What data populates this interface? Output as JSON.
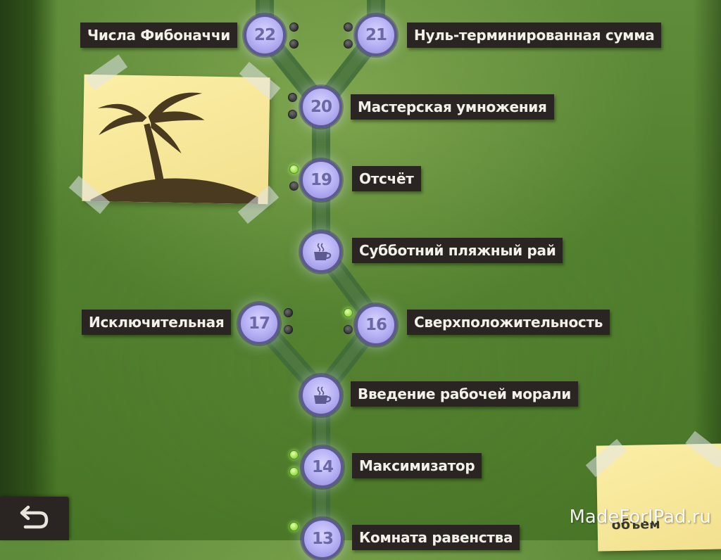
{
  "levels": [
    {
      "id": "22",
      "number": "22",
      "name": "Числа Фибоначчи",
      "lights": [
        false,
        false
      ]
    },
    {
      "id": "21",
      "number": "21",
      "name": "Нуль-терминированная сумма",
      "lights": [
        false,
        false
      ]
    },
    {
      "id": "20",
      "number": "20",
      "name": "Мастерская умножения",
      "lights": [
        false,
        false
      ]
    },
    {
      "id": "19",
      "number": "19",
      "name": "Отсчёт",
      "lights": [
        true,
        false
      ]
    },
    {
      "id": "break-sat",
      "number": "",
      "icon": "coffee-cup-icon",
      "name": "Субботний пляжный рай"
    },
    {
      "id": "17",
      "number": "17",
      "name": "Исключительная",
      "lights": [
        false,
        false
      ]
    },
    {
      "id": "16",
      "number": "16",
      "name": "Сверхположительность",
      "lights": [
        true,
        false
      ]
    },
    {
      "id": "break-work",
      "number": "",
      "icon": "coffee-cup-icon",
      "name": "Введение рабочей морали"
    },
    {
      "id": "14",
      "number": "14",
      "name": "Максимизатор",
      "lights": [
        true,
        true
      ]
    },
    {
      "id": "13",
      "number": "13",
      "name": "Комната равенства",
      "lights": [
        true,
        false
      ]
    }
  ],
  "notes": {
    "beach_note_icon": "palm-tree-island-icon",
    "corner_note_text": "объем"
  },
  "back_button": {
    "icon": "undo-arrow-icon"
  },
  "watermark": "MadeForIPad.ru",
  "colors": {
    "track": "#3f6a3a",
    "node_fill": "#b3aef2",
    "node_border": "#5d5a92",
    "label_bg": "#2a2522",
    "light_on": "#8fdc3a"
  }
}
